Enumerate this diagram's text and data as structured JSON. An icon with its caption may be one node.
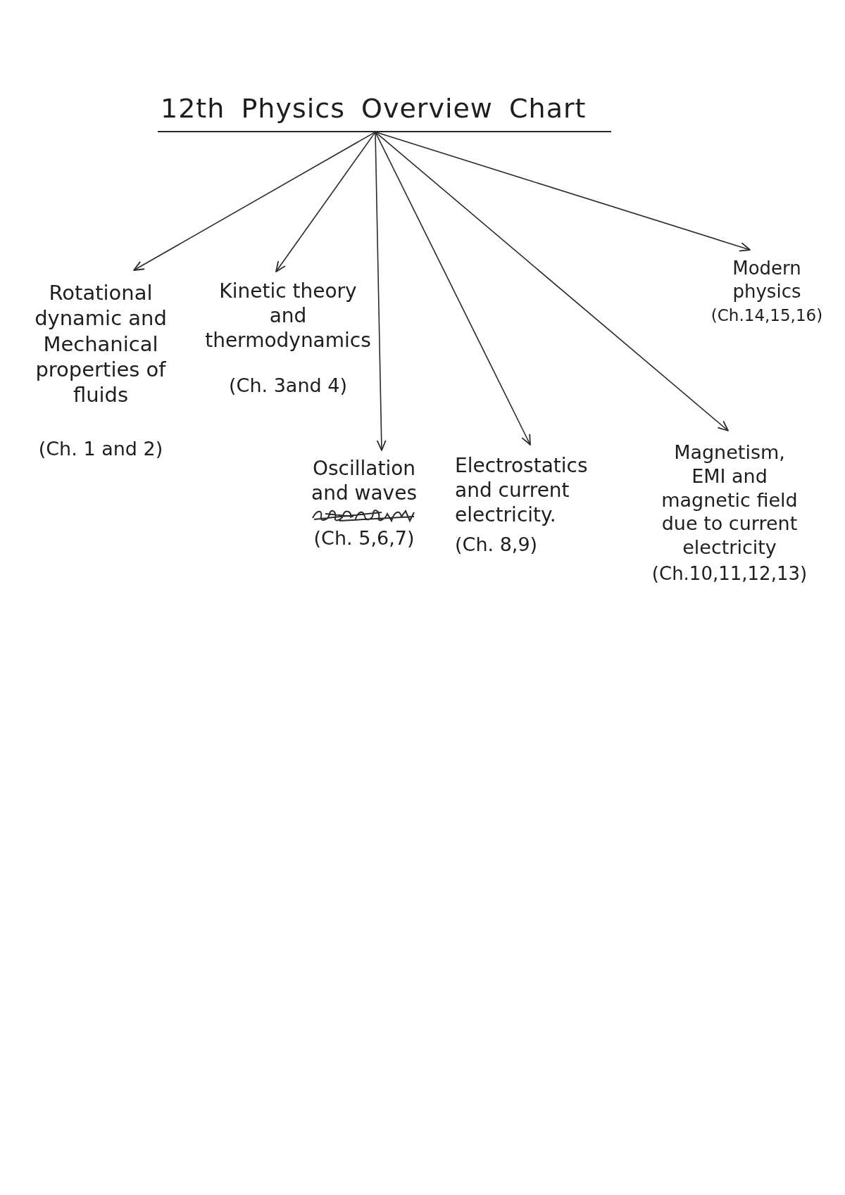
{
  "diagram": {
    "nodes": [
      {
        "text": [
          "12th Physics Overview Chart"
        ]
      },
      {
        "text": [
          "Rotational dynamic and Mechanical properties of fluids",
          "(Ch. 1 and 2)"
        ]
      },
      {
        "text": [
          "Kinetic theory and thermodynamics",
          "(Ch. 3and 4)"
        ]
      },
      {
        "text": [
          "Oscillation and waves",
          "(Ch. 5,6,7)"
        ]
      },
      {
        "text": [
          "Electrostatics and current electricity.",
          "(Ch. 8,9)"
        ]
      },
      {
        "text": [
          "Magnetism, EMI and magnetic field due to current electricity",
          "(Ch.10,11,12,13)"
        ]
      },
      {
        "text": [
          "Modern physics",
          "(Ch.14,15,16)"
        ]
      }
    ],
    "edges": [
      {
        "from": 0,
        "to": 1,
        "arrow": "to"
      },
      {
        "from": 0,
        "to": 2,
        "arrow": "to"
      },
      {
        "from": 0,
        "to": 3,
        "arrow": "to"
      },
      {
        "from": 0,
        "to": 4,
        "arrow": "to"
      },
      {
        "from": 0,
        "to": 5,
        "arrow": "to"
      },
      {
        "from": 0,
        "to": 6,
        "arrow": "to"
      }
    ]
  }
}
